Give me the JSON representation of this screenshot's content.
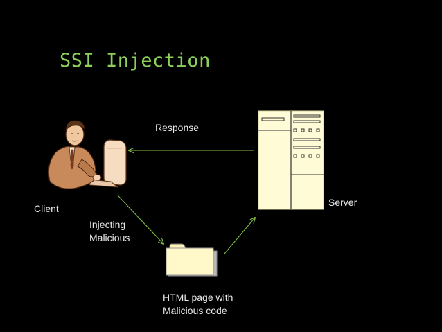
{
  "slide": {
    "title": "SSI Injection"
  },
  "labels": {
    "response": "Response",
    "client": "Client",
    "server": "Server",
    "injecting_line1": "Injecting",
    "injecting_line2": "Malicious",
    "html_line1": "HTML page with",
    "html_line2": "Malicious code"
  },
  "icons": {
    "client": "person-at-computer-icon",
    "server": "server-rack-icon",
    "document": "folder-icon"
  },
  "colors": {
    "background": "#000000",
    "title": "#8ccf5a",
    "arrow": "#7fc04a",
    "text": "#e8e8e8",
    "server_fill": "#fffbd6",
    "folder_fill": "#fff8c8"
  }
}
